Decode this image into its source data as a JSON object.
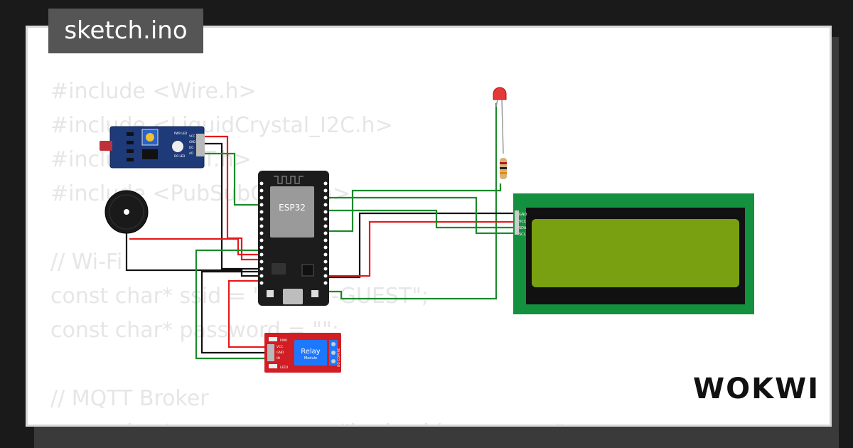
{
  "file_tab": {
    "label": "sketch.ino"
  },
  "code_lines": [
    "#include <Wire.h>",
    "#include <LiquidCrystal_I2C.h>",
    "#include <DHT.h>",
    "#include <PubSubClient.h>",
    "",
    "// Wi-Fi",
    "const char* ssid = \"Wokwi-GUEST\";",
    "const char* password = \"\";",
    "",
    "// MQTT Broker",
    "const char* mqtt_server = \"broker.hivemq.com\";"
  ],
  "board": {
    "label": "ESP32"
  },
  "relay": {
    "label": "Relay",
    "sublabel": "Module",
    "pins": [
      "VCC",
      "GND",
      "IN"
    ],
    "pwr": "PWR",
    "led": "LED1",
    "terms": "NO COM NC"
  },
  "lcd": {
    "pins": [
      "GND",
      "VCC",
      "SDA",
      "SCL"
    ]
  },
  "ldr_module": {
    "pins": [
      "VCC",
      "GND",
      "DO",
      "AO"
    ],
    "leds": [
      "PWR LED",
      "DO LED"
    ]
  },
  "brand": {
    "logo": "WOKWI"
  },
  "colors": {
    "wire_red": "#e8191b",
    "wire_black": "#111111",
    "wire_green": "#1b8a2b",
    "lcd_pcb": "#14913f",
    "lcd_screen": "#79a010",
    "relay_pcb": "#d01e24"
  }
}
